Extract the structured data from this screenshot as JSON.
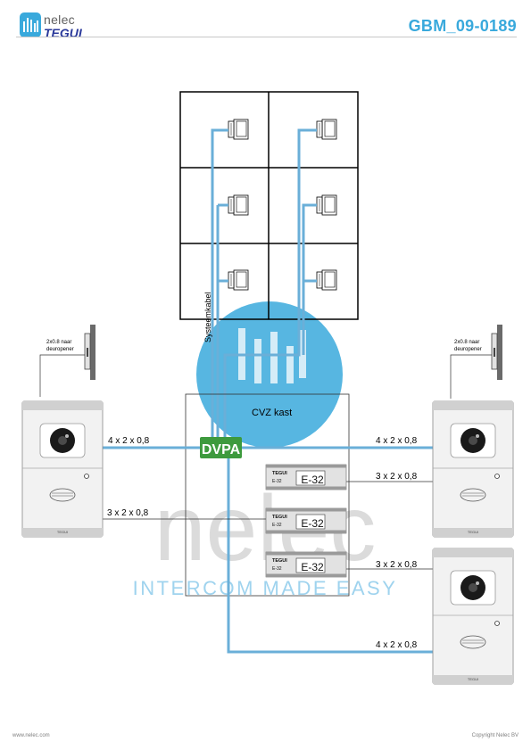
{
  "header": {
    "brand_top": "nelec",
    "brand_bottom": "TEGUI",
    "doc_code": "GBM_09-0189"
  },
  "footer": {
    "website": "www.nelec.com",
    "copyright": "Copyright Nelec BV"
  },
  "watermark": {
    "word": "nelec",
    "tagline": "INTERCOM MADE EASY"
  },
  "diagram": {
    "cable_label": "Systeemkabel",
    "cabinet_label": "CVZ kast",
    "dvpa_label": "DVPA",
    "module_brand": "TEGUI",
    "module_code": "E-32",
    "module_small_code": "E-32",
    "door_opener_label_1": "2x0.8 naar",
    "door_opener_label_2": "deuropener",
    "panel_brand": "TEGUI",
    "cable_4x": "4 x 2 x 0,8",
    "cable_3x": "3 x 2 x 0,8"
  },
  "colors": {
    "accent": "#39a9dc",
    "cable": "#6aafd8",
    "dvpa": "#3d9a3d",
    "brand_dark": "#2b3a9b"
  }
}
